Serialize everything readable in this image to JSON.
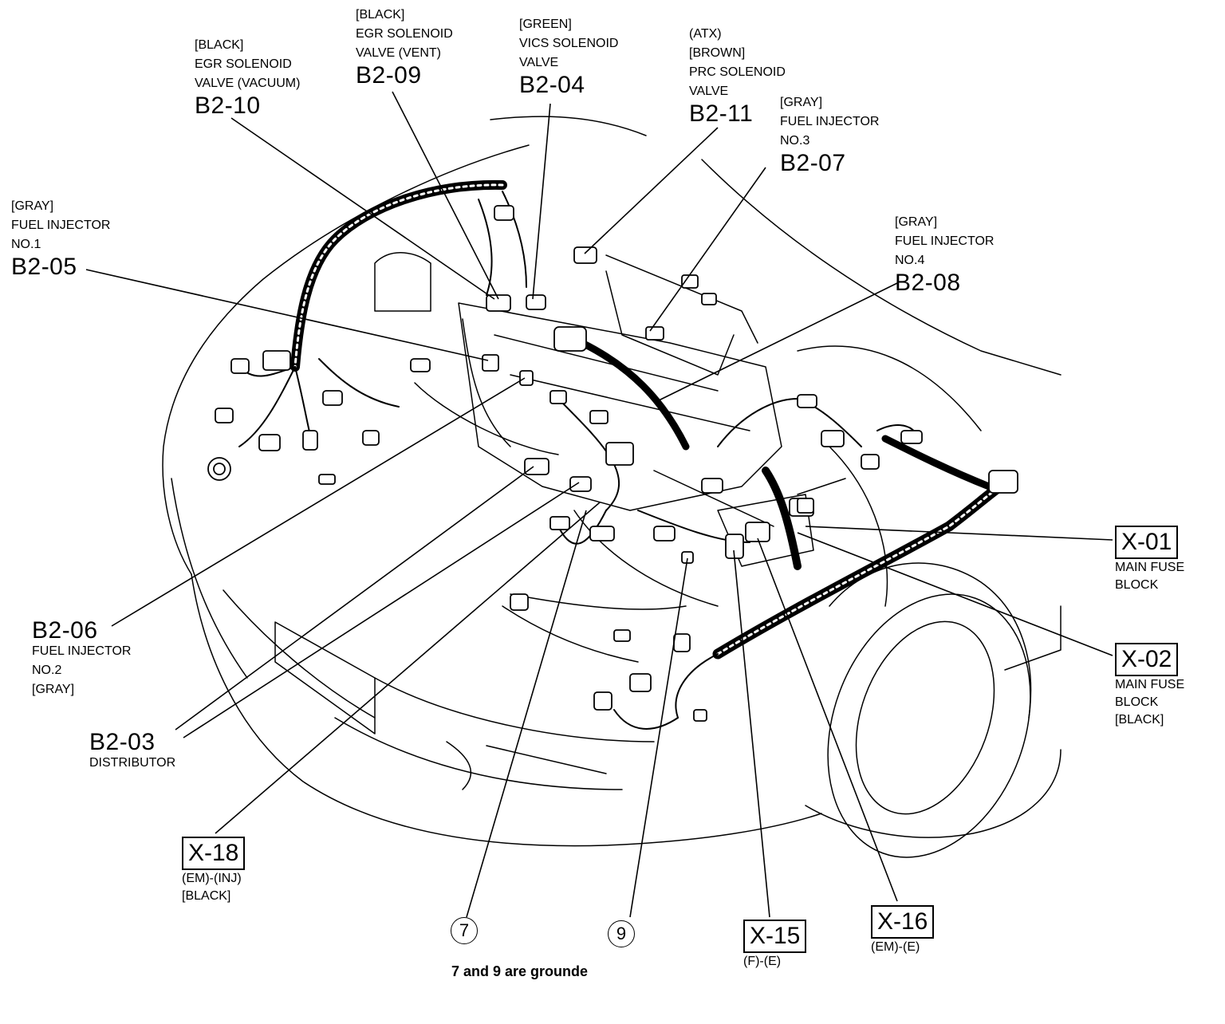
{
  "callouts": {
    "b2_10": {
      "code": "B2-10",
      "lines": [
        "[BLACK]",
        "EGR SOLENOID",
        "VALVE (VACUUM)"
      ]
    },
    "b2_09": {
      "code": "B2-09",
      "lines": [
        "[BLACK]",
        "EGR SOLENOID",
        "VALVE (VENT)"
      ]
    },
    "b2_04": {
      "code": "B2-04",
      "lines": [
        "[GREEN]",
        "VICS SOLENOID",
        "VALVE"
      ]
    },
    "b2_11": {
      "code": "B2-11",
      "lines": [
        "(ATX)",
        "[BROWN]",
        "PRC SOLENOID",
        "VALVE"
      ]
    },
    "b2_07": {
      "code": "B2-07",
      "lines": [
        "[GRAY]",
        "FUEL INJECTOR",
        "NO.3"
      ]
    },
    "b2_05": {
      "code": "B2-05",
      "lines": [
        "[GRAY]",
        "FUEL INJECTOR",
        "NO.1"
      ]
    },
    "b2_08": {
      "code": "B2-08",
      "lines": [
        "[GRAY]",
        "FUEL INJECTOR",
        "NO.4"
      ]
    },
    "b2_06": {
      "code": "B2-06",
      "lines": [
        "FUEL INJECTOR",
        "NO.2",
        "[GRAY]"
      ]
    },
    "b2_03": {
      "code": "B2-03",
      "lines": [
        "DISTRIBUTOR"
      ]
    },
    "x_01": {
      "code": "X-01",
      "lines": [
        "MAIN FUSE",
        "BLOCK"
      ]
    },
    "x_02": {
      "code": "X-02",
      "lines": [
        "MAIN FUSE",
        "BLOCK",
        "[BLACK]"
      ]
    },
    "x_18": {
      "code": "X-18",
      "lines": [
        "(EM)-(INJ)",
        "[BLACK]"
      ]
    },
    "x_15": {
      "code": "X-15",
      "lines": [
        "(F)-(E)"
      ]
    },
    "x_16": {
      "code": "X-16",
      "lines": [
        "(EM)-(E)"
      ]
    }
  },
  "grounds": {
    "g7": "7",
    "g9": "9"
  },
  "footnote": "7 and 9 are grounde"
}
